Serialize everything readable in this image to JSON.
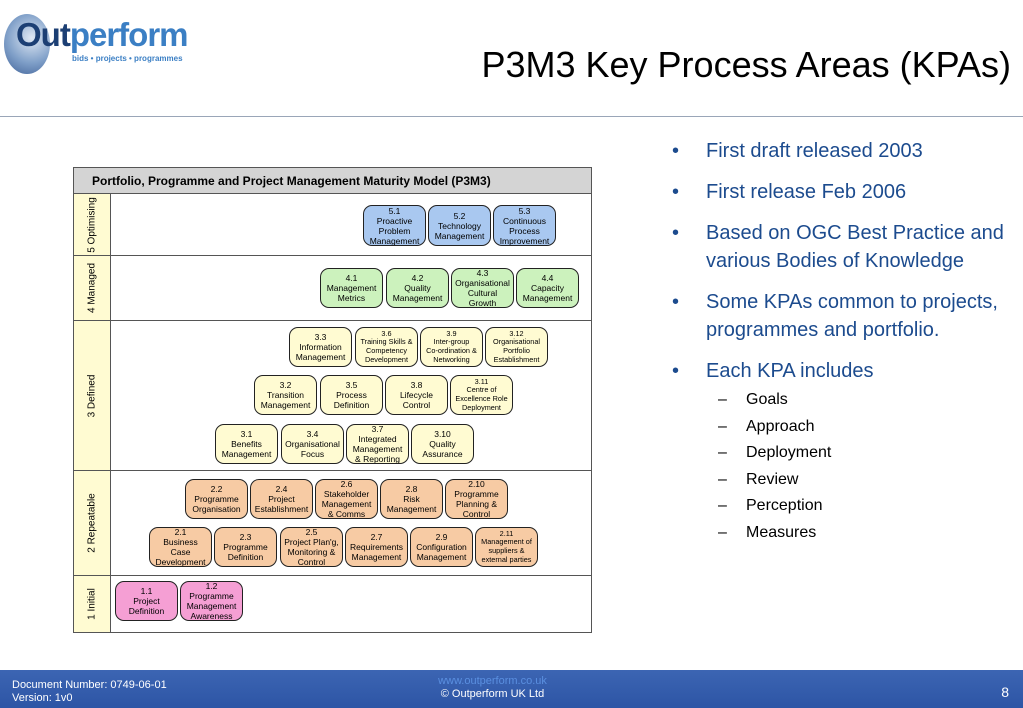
{
  "logo": {
    "word_part1": "Out",
    "word_part2": "perform",
    "tagline": "bids • projects • programmes"
  },
  "title": "P3M3 Key Process Areas (KPAs)",
  "diagram": {
    "header": "Portfolio, Programme and Project Management Maturity Model (P3M3)",
    "levels": [
      {
        "label": "5 Optimising"
      },
      {
        "label": "4 Managed"
      },
      {
        "label": "3 Defined"
      },
      {
        "label": "2 Repeatable"
      },
      {
        "label": "1 Initial"
      }
    ],
    "kpas": {
      "k51": "5.1\nProactive\nProblem\nManagement",
      "k52": "5.2\nTechnology\nManagement",
      "k53": "5.3\nContinuous\nProcess\nImprovement",
      "k41": "4.1\nManagement\nMetrics",
      "k42": "4.2\nQuality\nManagement",
      "k43": "4.3\nOrganisational\nCultural\nGrowth",
      "k44": "4.4\nCapacity\nManagement",
      "k33": "3.3\nInformation\nManagement",
      "k36": "3.6\nTraining Skills &\nCompetency\nDevelopment",
      "k39": "3.9\nInter-group\nCo-ordination &\nNetworking",
      "k312": "3.12\nOrganisational\nPortfolio\nEstablishment",
      "k32": "3.2\nTransition\nManagement",
      "k35": "3.5\nProcess\nDefinition",
      "k38": "3.8\nLifecycle\nControl",
      "k311": "3.11\nCentre of\nExcellence Role\nDeployment",
      "k31": "3.1\nBenefits\nManagement",
      "k34": "3.4\nOrganisational\nFocus",
      "k37": "3.7\nIntegrated\nManagement\n& Reporting",
      "k310": "3.10\nQuality\nAssurance",
      "k22": "2.2\nProgramme\nOrganisation",
      "k24": "2.4\nProject\nEstablishment",
      "k26": "2.6\nStakeholder\nManagement\n& Comms",
      "k28": "2.8\nRisk\nManagement",
      "k210": "2.10\nProgramme\nPlanning &\nControl",
      "k21": "2.1\nBusiness\nCase\nDevelopment",
      "k23": "2.3\nProgramme\nDefinition",
      "k25": "2.5\nProject Plan'g,\nMonitoring &\nControl",
      "k27": "2.7\nRequirements\nManagement",
      "k29": "2.9\nConfiguration\nManagement",
      "k211": "2.11\nManagement of\nsuppliers &\nexternal parties",
      "k11": "1.1\nProject\nDefinition",
      "k12": "1.2\nProgramme\nManagement\nAwareness"
    }
  },
  "bullets": [
    "First draft released 2003",
    "First release Feb 2006",
    "Based on OGC Best Practice and various Bodies of Knowledge",
    "Some KPAs common to projects, programmes and portfolio.",
    "Each KPA includes"
  ],
  "sub_bullets": [
    "Goals",
    "Approach",
    "Deployment",
    "Review",
    "Perception",
    "Measures"
  ],
  "footer": {
    "doc_number": "Document Number: 0749-06-01",
    "version": "Version: 1v0",
    "url": "www.outperform.co.uk",
    "copyright": "© Outperform UK Ltd",
    "page": "8"
  },
  "colors": {
    "level_5_kpa": "#a9c8f0",
    "level_4_kpa": "#ccf2bd",
    "level_3_kpa": "#fffbd2",
    "level_2_kpa": "#f7cba4",
    "level_1_kpa": "#f59fd4",
    "bullet_text": "#1c4b8e",
    "footer_bar": "#3c65b3"
  }
}
